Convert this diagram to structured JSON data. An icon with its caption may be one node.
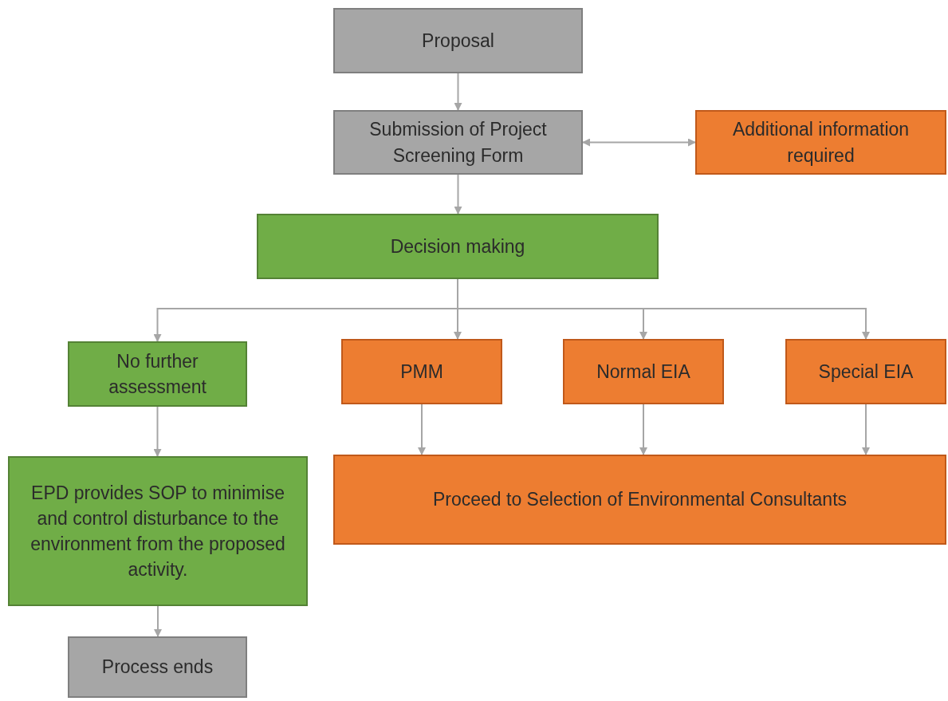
{
  "diagram": {
    "nodes": [
      {
        "text": [
          "Proposal"
        ]
      },
      {
        "text": [
          "Submission of Project Screening Form"
        ]
      },
      {
        "text": [
          "Additional information required"
        ]
      },
      {
        "text": [
          "Decision making"
        ]
      },
      {
        "text": [
          "No further assessment"
        ]
      },
      {
        "text": [
          "PMM"
        ]
      },
      {
        "text": [
          "Normal EIA"
        ]
      },
      {
        "text": [
          "Special EIA"
        ]
      },
      {
        "text": [
          "EPD provides SOP to minimise and control disturbance to the environment from the proposed activity."
        ]
      },
      {
        "text": [
          "Proceed to Selection of Environmental Consultants"
        ]
      },
      {
        "text": [
          "Process ends"
        ]
      }
    ],
    "edges": [
      {
        "from": 0,
        "to": 1,
        "arrow": "to"
      },
      {
        "from": 1,
        "to": 2,
        "arrow": "both"
      },
      {
        "from": 1,
        "to": 3,
        "arrow": "to"
      },
      {
        "from": 3,
        "to": 4,
        "arrow": "to"
      },
      {
        "from": 3,
        "to": 5,
        "arrow": "to"
      },
      {
        "from": 3,
        "to": 6,
        "arrow": "to"
      },
      {
        "from": 3,
        "to": 7,
        "arrow": "to"
      },
      {
        "from": 4,
        "to": 8,
        "arrow": "to"
      },
      {
        "from": 5,
        "to": 9,
        "arrow": "to"
      },
      {
        "from": 6,
        "to": 9,
        "arrow": "to"
      },
      {
        "from": 7,
        "to": 9,
        "arrow": "to"
      },
      {
        "from": 8,
        "to": 10,
        "arrow": "to"
      }
    ]
  }
}
